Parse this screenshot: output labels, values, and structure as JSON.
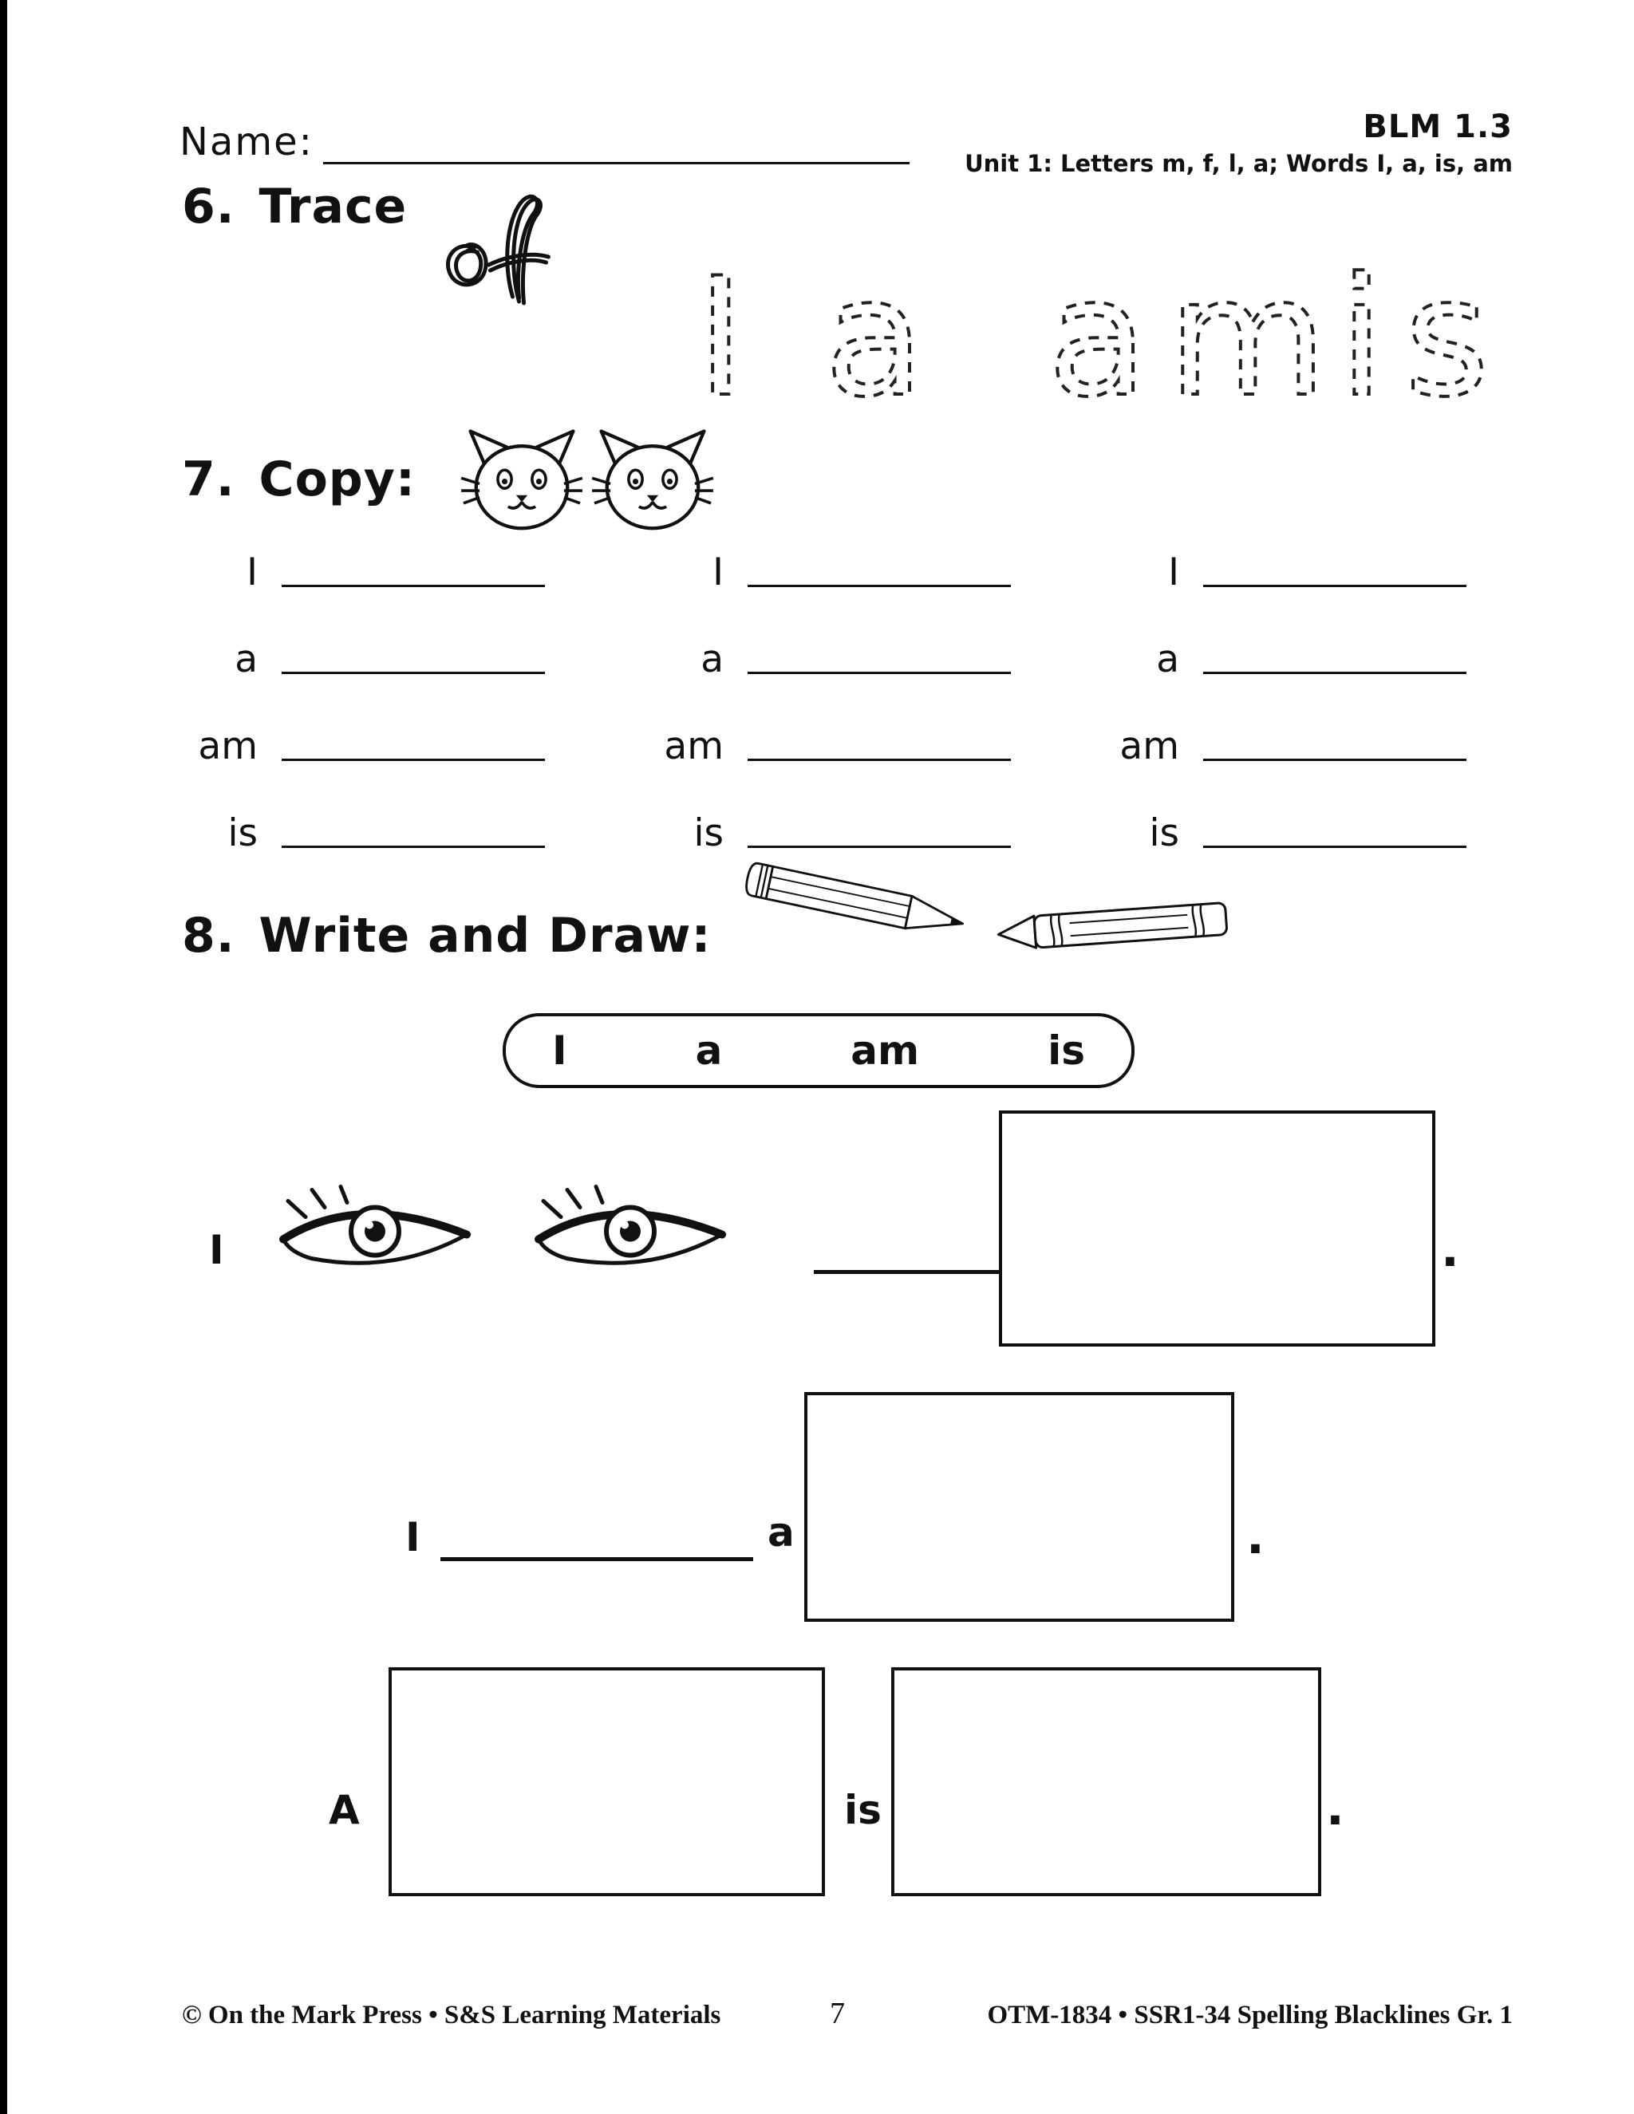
{
  "page": {
    "header": {
      "name_label": "Name:",
      "blm_code": "BLM 1.3",
      "unit_line": "Unit 1:  Letters m, f, l, a;  Words I, a, is, am"
    },
    "trace": {
      "number": "6.",
      "title": "Trace",
      "words": [
        "I",
        "a",
        "am",
        "is"
      ]
    },
    "copy": {
      "number": "7.",
      "title": "Copy:",
      "rows": [
        "I",
        "a",
        "am",
        "is"
      ]
    },
    "write_draw": {
      "number": "8.",
      "title": "Write and Draw:",
      "word_bank": [
        "I",
        "a",
        "am",
        "is"
      ],
      "sentences": [
        {
          "subject": "I",
          "period": "."
        },
        {
          "subject": "I",
          "mid": "a",
          "period": "."
        },
        {
          "subject": "A",
          "mid": "is",
          "period": "."
        }
      ]
    },
    "footer": {
      "left": "© On the Mark Press • S&S Learning Materials",
      "page_number": "7",
      "right": "OTM-1834 • SSR1-34 Spelling Blacklines Gr. 1"
    },
    "colors": {
      "ink": "#111111",
      "paper": "#ffffff"
    },
    "icons": [
      "of-scribble",
      "cat-icon",
      "pencil-icon",
      "crayon-icon",
      "eyes-image"
    ]
  }
}
